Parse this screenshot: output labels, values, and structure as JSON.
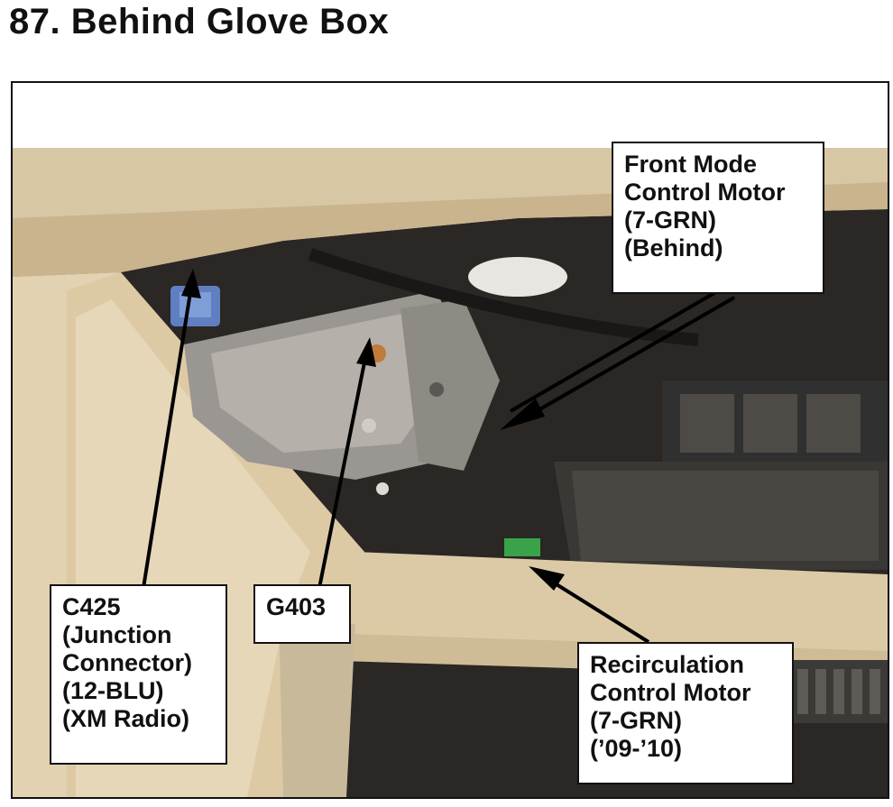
{
  "title": "87.  Behind Glove Box",
  "callouts": {
    "front_mode": [
      "Front Mode",
      "Control Motor",
      "(7-GRN)",
      "(Behind)"
    ],
    "c425": [
      "C425",
      "(Junction",
      "Connector)",
      "(12-BLU)",
      "(XM Radio)"
    ],
    "g403": [
      "G403"
    ],
    "recirc": [
      "Recirculation",
      "Control Motor",
      "(7-GRN)",
      "(’09-’10)"
    ]
  }
}
